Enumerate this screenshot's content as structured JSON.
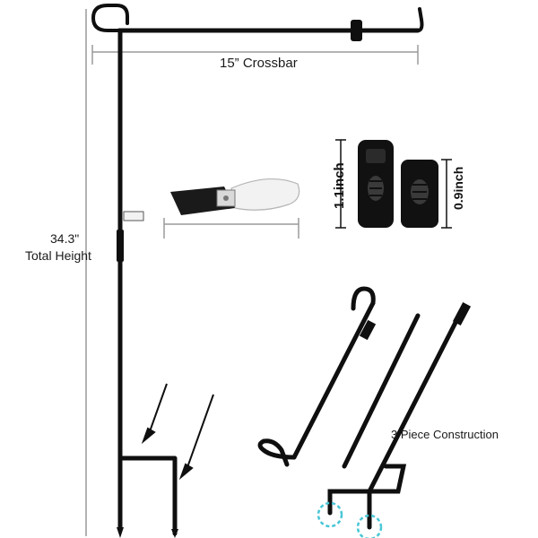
{
  "labels": {
    "crossbar": "15”  Crossbar",
    "height_value": "34.3\"",
    "height_caption": "Total Height",
    "stopper_large": "1.1inch",
    "stopper_small": "0.9inch",
    "construction": "3 Piece Construction"
  },
  "colors": {
    "pole": "#0f0f0f",
    "dimension_line": "#9a9a9a",
    "highlight": "#47c6d6",
    "clip_strap": "#f2f2f2"
  }
}
